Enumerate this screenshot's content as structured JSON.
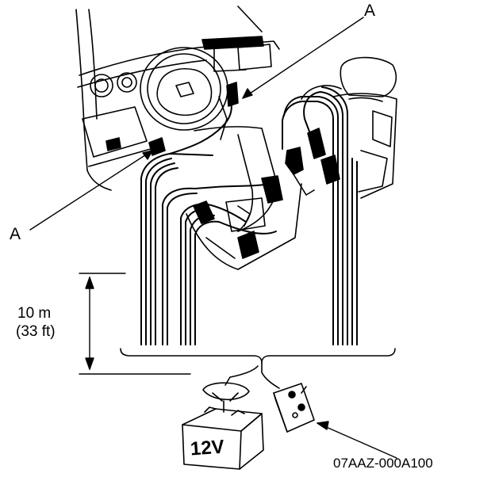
{
  "figure": {
    "callouts": {
      "top": "A",
      "left": "A"
    },
    "distance": {
      "metric": "10 m",
      "imperial": "(33 ft)"
    },
    "battery_label": "12V",
    "figure_code": "07AAZ-000A100"
  },
  "colors": {
    "ink": "#000000",
    "paper": "#ffffff"
  },
  "icons": [
    "steering-wheel-icon",
    "car-seat-icon",
    "battery-icon",
    "test-box-icon",
    "jumper-clamp-icon"
  ]
}
